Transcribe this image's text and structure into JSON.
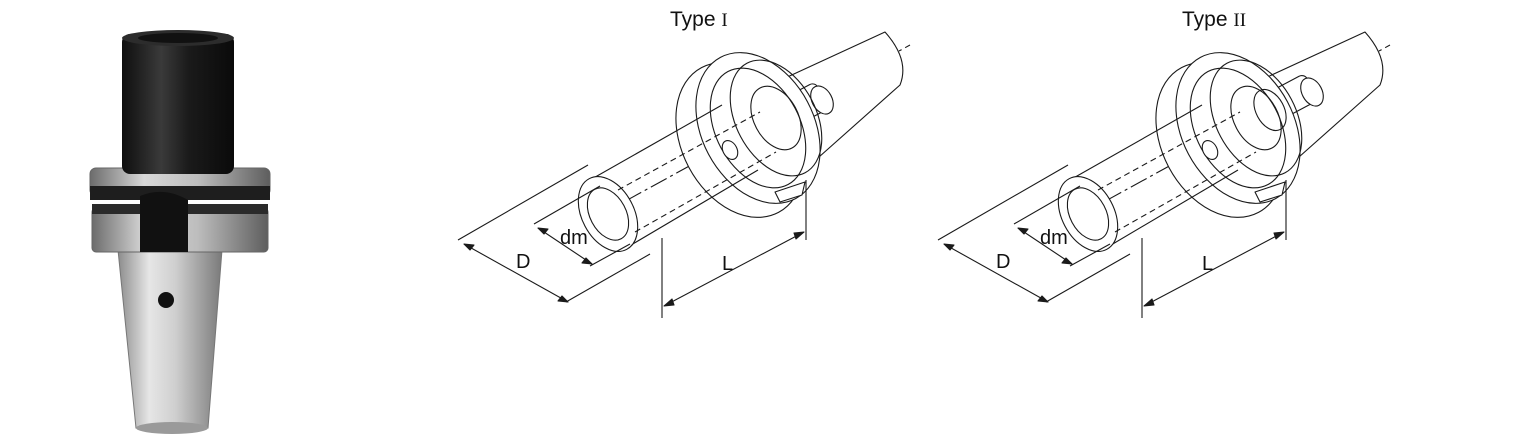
{
  "figures": [
    {
      "key": "type1",
      "title_word": "Type",
      "title_numeral": "I",
      "dims": {
        "outer_diameter": "D",
        "inner_diameter": "dm",
        "length": "L"
      }
    },
    {
      "key": "type2",
      "title_word": "Type",
      "title_numeral": "II",
      "dims": {
        "outer_diameter": "D",
        "inner_diameter": "dm",
        "length": "L"
      }
    }
  ],
  "colors": {
    "line": "#1a1a1a",
    "shank_dark": "#1c1c1c",
    "steel": "#c8c8c8"
  }
}
